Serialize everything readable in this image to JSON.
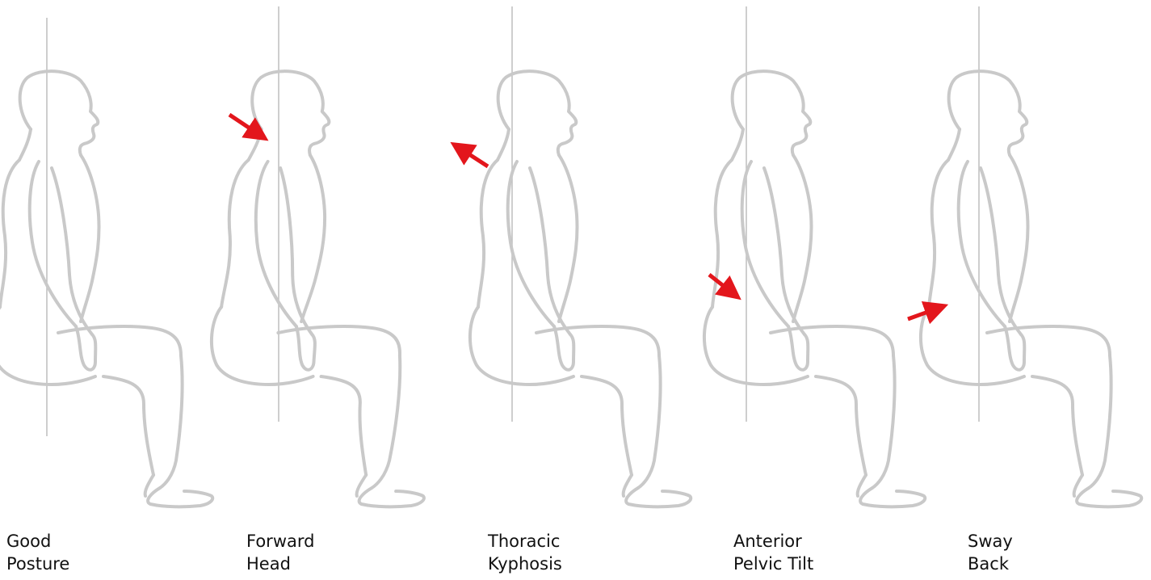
{
  "colors": {
    "figure": "#c9c9c9",
    "plumb_line": "#bdbdbd",
    "arrow": "#e3161c",
    "text": "#111111"
  },
  "postures": [
    {
      "line1": "Good",
      "line2": "Posture",
      "arrow": false
    },
    {
      "line1": "Forward",
      "line2": "Head",
      "arrow": true
    },
    {
      "line1": "Thoracic",
      "line2": "Kyphosis",
      "arrow": true
    },
    {
      "line1": "Anterior",
      "line2": "Pelvic Tilt",
      "arrow": true
    },
    {
      "line1": "Sway",
      "line2": "Back",
      "arrow": true
    }
  ]
}
